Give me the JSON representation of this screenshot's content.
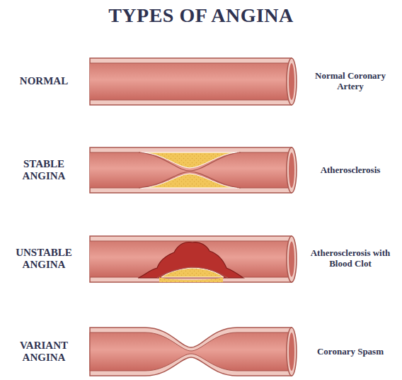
{
  "diagram": {
    "title": "TYPES OF ANGINA",
    "labels": [
      "NORMAL",
      "Normal Coronary Artery",
      "STABLE ANGINA",
      "Atherosclerosis",
      "UNSTABLE ANGINA",
      "Atherosclerosis with Blood Clot",
      "VARIANT ANGINA",
      "Coronary Spasm"
    ]
  }
}
